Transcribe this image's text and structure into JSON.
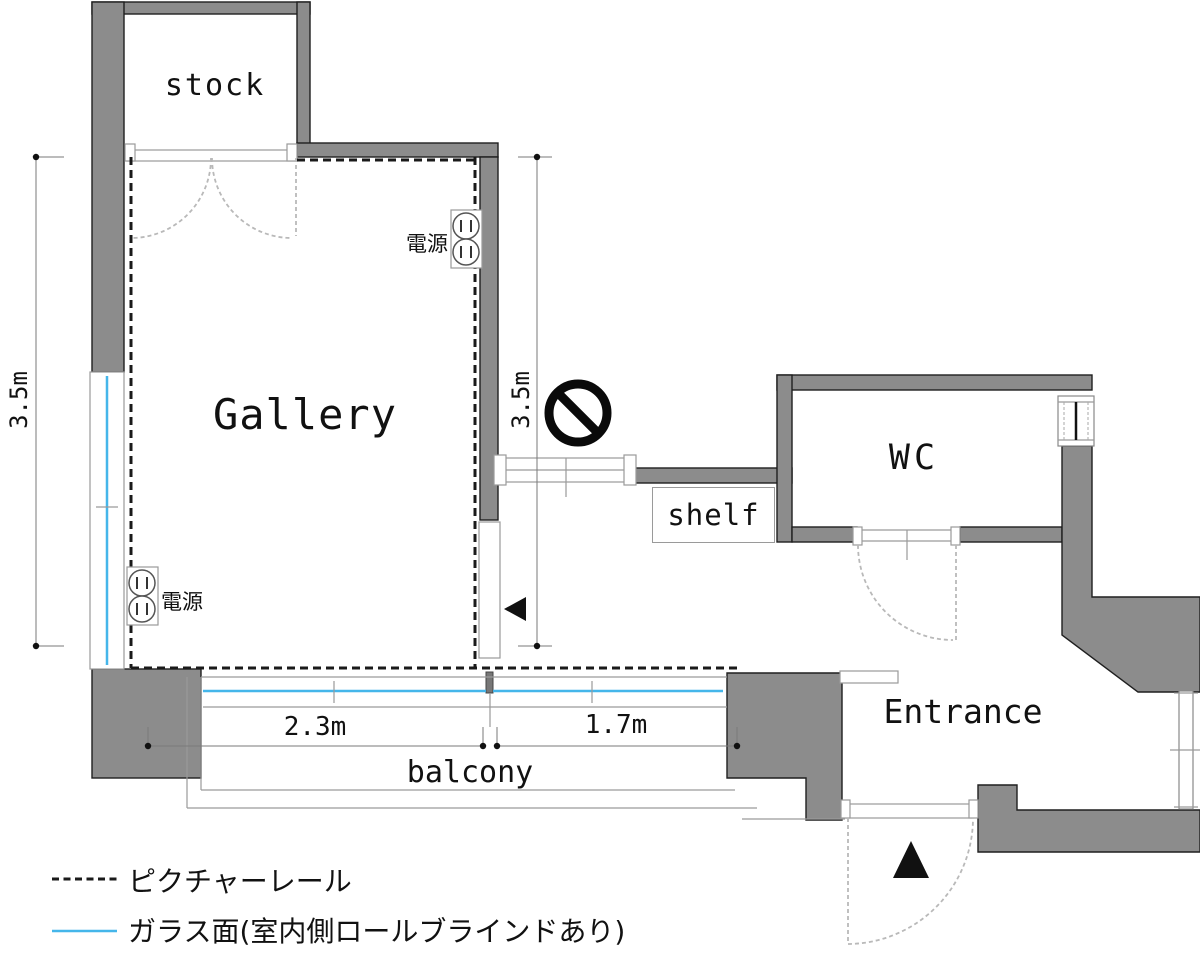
{
  "rooms": {
    "stock": "stock",
    "gallery": "Gallery",
    "wc": "WC",
    "shelf": "shelf",
    "entrance": "Entrance",
    "balcony": "balcony"
  },
  "labels": {
    "power_outlet_right": "電源",
    "power_outlet_left": "電源"
  },
  "dimensions": {
    "gallery_height_left": "3.5m",
    "gallery_height_right": "3.5m",
    "balcony_left_width": "2.3m",
    "balcony_right_width": "1.7m"
  },
  "legend": {
    "picture_rail": {
      "label": "ピクチャーレール",
      "line_style": "dashed",
      "color": "#1a1a1a"
    },
    "glass": {
      "label": "ガラス面(室内側ロールブラインドあり)",
      "line_style": "solid",
      "color": "#45b6ea"
    }
  },
  "icons": {
    "no_entry": "no-entry-icon",
    "arrow_left": "left-triangle-icon",
    "arrow_up": "up-triangle-icon",
    "outlet": "power-outlet-icon"
  },
  "colors": {
    "wall": "#8c8c8c",
    "wall_outline": "#1f1f1f",
    "glass_blue": "#45b6ea",
    "thin_line": "#9a9a9a",
    "door_arc": "#b9b9b9"
  }
}
